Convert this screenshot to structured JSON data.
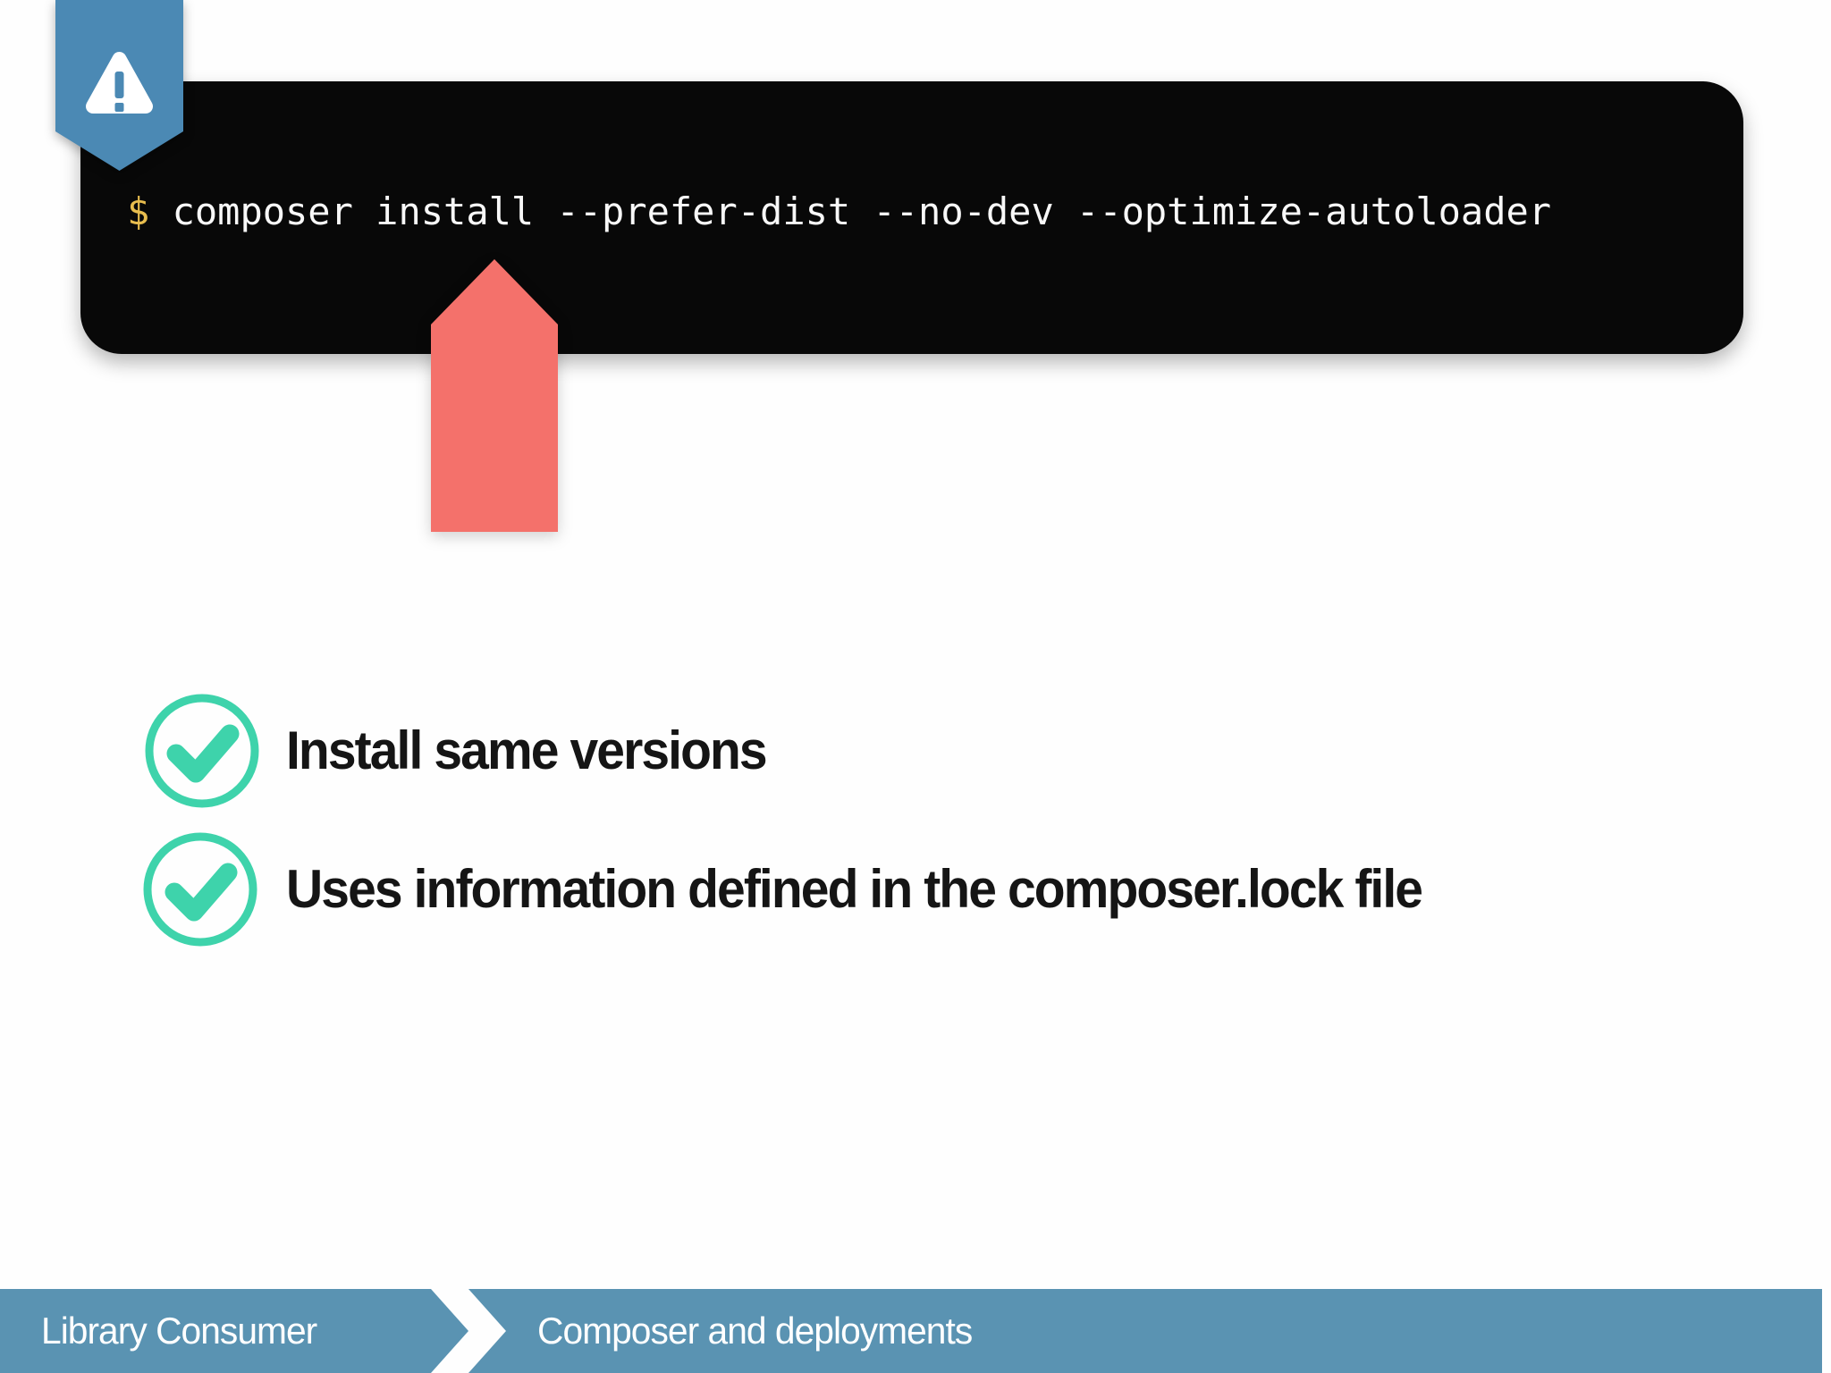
{
  "slide": {
    "terminal": {
      "prompt": "$",
      "command": "composer install --prefer-dist --no-dev --optimize-autoloader"
    },
    "callout": {
      "icon": "warning-icon",
      "points_at": "install"
    },
    "bullets": [
      {
        "icon": "check-icon",
        "label": "Install same versions"
      },
      {
        "icon": "check-icon",
        "label": "Uses information defined in the composer.lock file"
      }
    ],
    "footer": {
      "section": "Library Consumer",
      "title": "Composer and deployments"
    },
    "colors": {
      "terminal_bg": "#080808",
      "prompt_gold": "#e8bd4e",
      "command_text": "#f8f8f8",
      "ribbon_blue": "#4b89b4",
      "footer_blue": "#5a93b2",
      "check_teal": "#3ed3ab",
      "arrow_coral": "#f4716b",
      "heading_text": "#151515"
    }
  }
}
